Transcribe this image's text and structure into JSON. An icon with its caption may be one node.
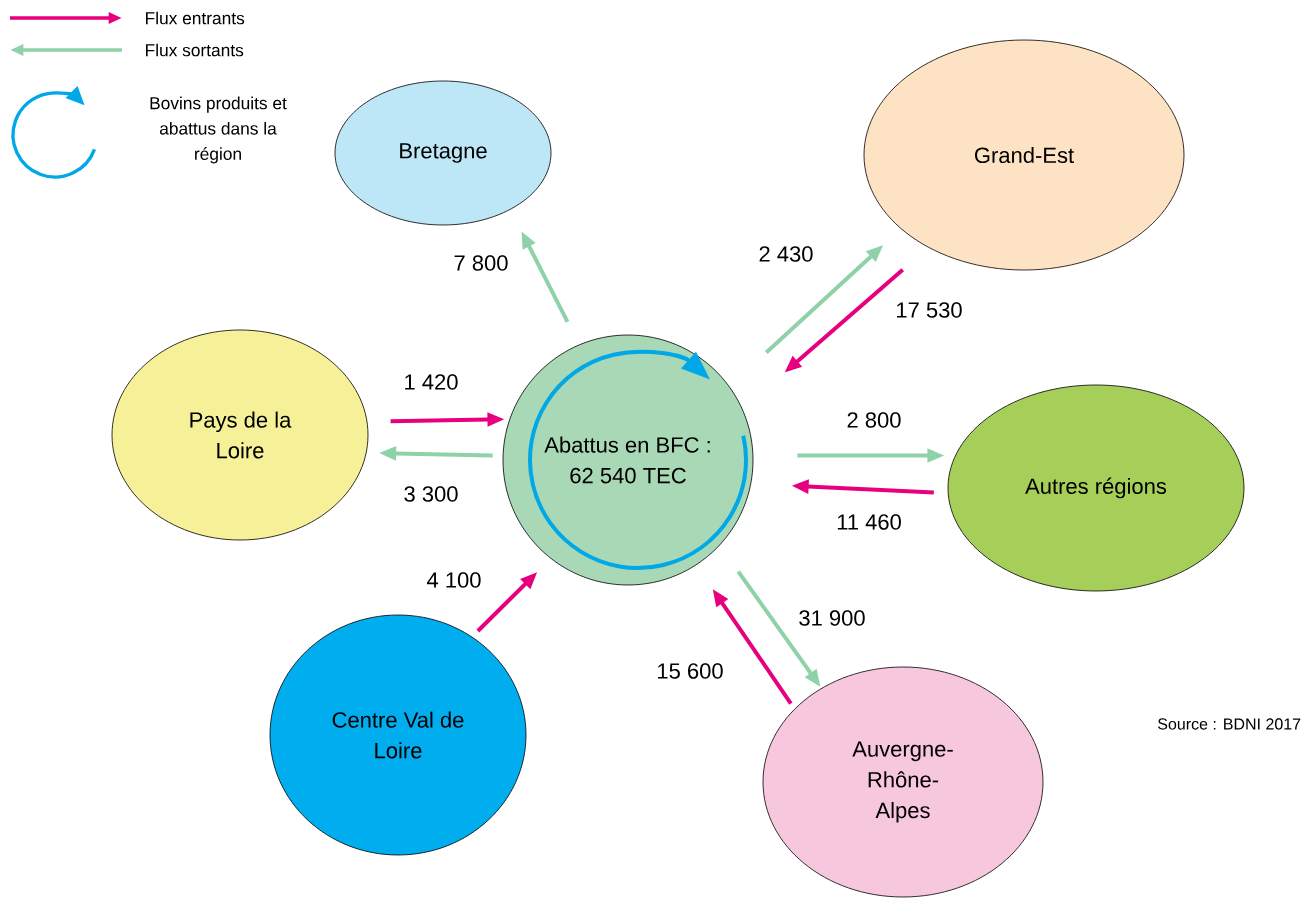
{
  "diagram": {
    "nodes": [
      {
        "text": [
          "Bretagne"
        ]
      },
      {
        "text": [
          "Grand-Est"
        ]
      },
      {
        "text": [
          "Pays de la Loire"
        ]
      },
      {
        "text": [
          "Abattus en BFC : 62 540 TEC"
        ]
      },
      {
        "text": [
          "Autres régions"
        ]
      },
      {
        "text": [
          "Centre Val de Loire"
        ]
      },
      {
        "text": [
          "Auvergne-Rhône-Alpes"
        ]
      }
    ],
    "edges": [
      {
        "from": 3,
        "to": 0,
        "arrow": "to",
        "label": "7 800",
        "color": "#8fd1a8"
      },
      {
        "from": 3,
        "to": 1,
        "arrow": "to",
        "label": "2 430",
        "color": "#8fd1a8"
      },
      {
        "from": 1,
        "to": 3,
        "arrow": "to",
        "label": "17 530",
        "color": "#e6007e"
      },
      {
        "from": 2,
        "to": 3,
        "arrow": "to",
        "label": "1 420",
        "color": "#e6007e"
      },
      {
        "from": 3,
        "to": 2,
        "arrow": "to",
        "label": "3 300",
        "color": "#8fd1a8"
      },
      {
        "from": 3,
        "to": 4,
        "arrow": "to",
        "label": "2 800",
        "color": "#8fd1a8"
      },
      {
        "from": 4,
        "to": 3,
        "arrow": "to",
        "label": "11 460",
        "color": "#e6007e"
      },
      {
        "from": 5,
        "to": 3,
        "arrow": "to",
        "label": "4 100",
        "color": "#e6007e"
      },
      {
        "from": 3,
        "to": 6,
        "arrow": "to",
        "label": "31 900",
        "color": "#8fd1a8"
      },
      {
        "from": 6,
        "to": 3,
        "arrow": "to",
        "label": "15 600",
        "color": "#e6007e"
      }
    ],
    "labels": [
      "Source : BDNI 2017"
    ],
    "legend": [
      {
        "text": "Flux entrants"
      },
      {
        "text": "Flux sortants"
      },
      {
        "text": "Bovins produits et abattus dans la région"
      }
    ]
  }
}
